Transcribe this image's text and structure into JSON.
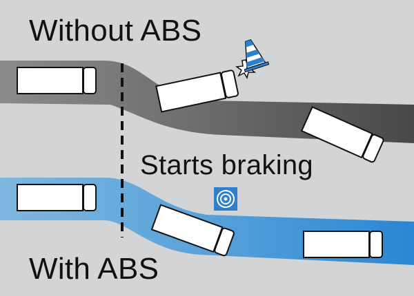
{
  "labels": {
    "without_abs": "Without ABS",
    "starts_braking": "Starts braking",
    "with_abs": "With ABS"
  },
  "colors": {
    "background": "#d3d4d6",
    "road_without_abs": "#5a5a5c",
    "road_with_abs": "#3d8fcf",
    "truck_fill": "#ffffff",
    "truck_stroke": "#111111",
    "braking_line": "#111111",
    "cone": "#2f7fcf",
    "target_marker": "#2f7fcf"
  },
  "icons": {
    "obstacle": "traffic-cone-icon",
    "impact": "impact-burst-icon",
    "avoided_obstacle": "target-marker-icon"
  }
}
